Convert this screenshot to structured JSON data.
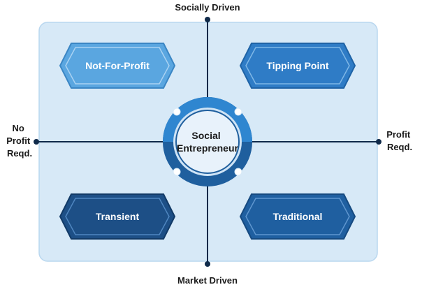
{
  "axes": {
    "top": "Socially Driven",
    "bottom": "Market Driven",
    "left": [
      "No",
      "Profit",
      "Reqd."
    ],
    "right": [
      "Profit",
      "Reqd."
    ]
  },
  "quadrants": {
    "top_left": "Not-For-Profit",
    "top_right": "Tipping Point",
    "bottom_left": "Transient",
    "bottom_right": "Traditional"
  },
  "center": [
    "Social",
    "Entrepreneur"
  ],
  "colors": {
    "background_panel": "#d7e9f7",
    "axis_line": "#0f2a4a",
    "top_left": "#5aa6e0",
    "top_right": "#2f7cc6",
    "bottom_left": "#1d4f86",
    "bottom_right": "#1f5fa0",
    "ring_outer": "#2f86d0",
    "ring_inner": "#1f5f9e",
    "center_fill": "#e8f2fb"
  }
}
